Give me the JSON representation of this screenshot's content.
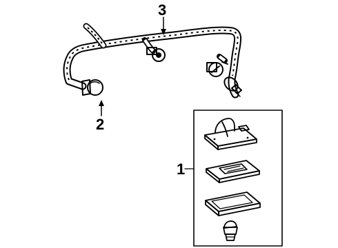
{
  "diagram": {
    "callouts": {
      "lamp_assembly": "1",
      "bulb": "2",
      "harness": "3"
    }
  }
}
